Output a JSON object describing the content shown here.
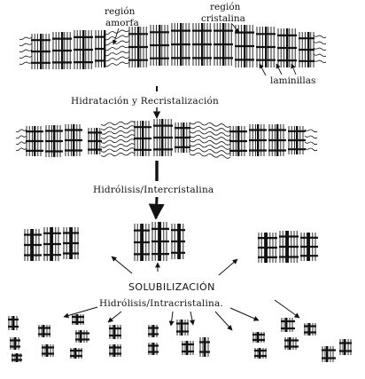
{
  "labels": {
    "amorphous_line1": "región",
    "amorphous_line2": "amorfa",
    "crystalline_line1": "región",
    "crystalline_line2": "cristalina",
    "lamellae": "laminillas"
  },
  "steps": {
    "step1": "Hidratación y Recristalización",
    "step2": "Hidrólisis/Intercristalina",
    "step3": "SOLUBILIZACIÓN",
    "step4": "Hidrólisis/Intracristalina."
  },
  "colors": {
    "ink": "#111111",
    "background": "#ffffff"
  }
}
